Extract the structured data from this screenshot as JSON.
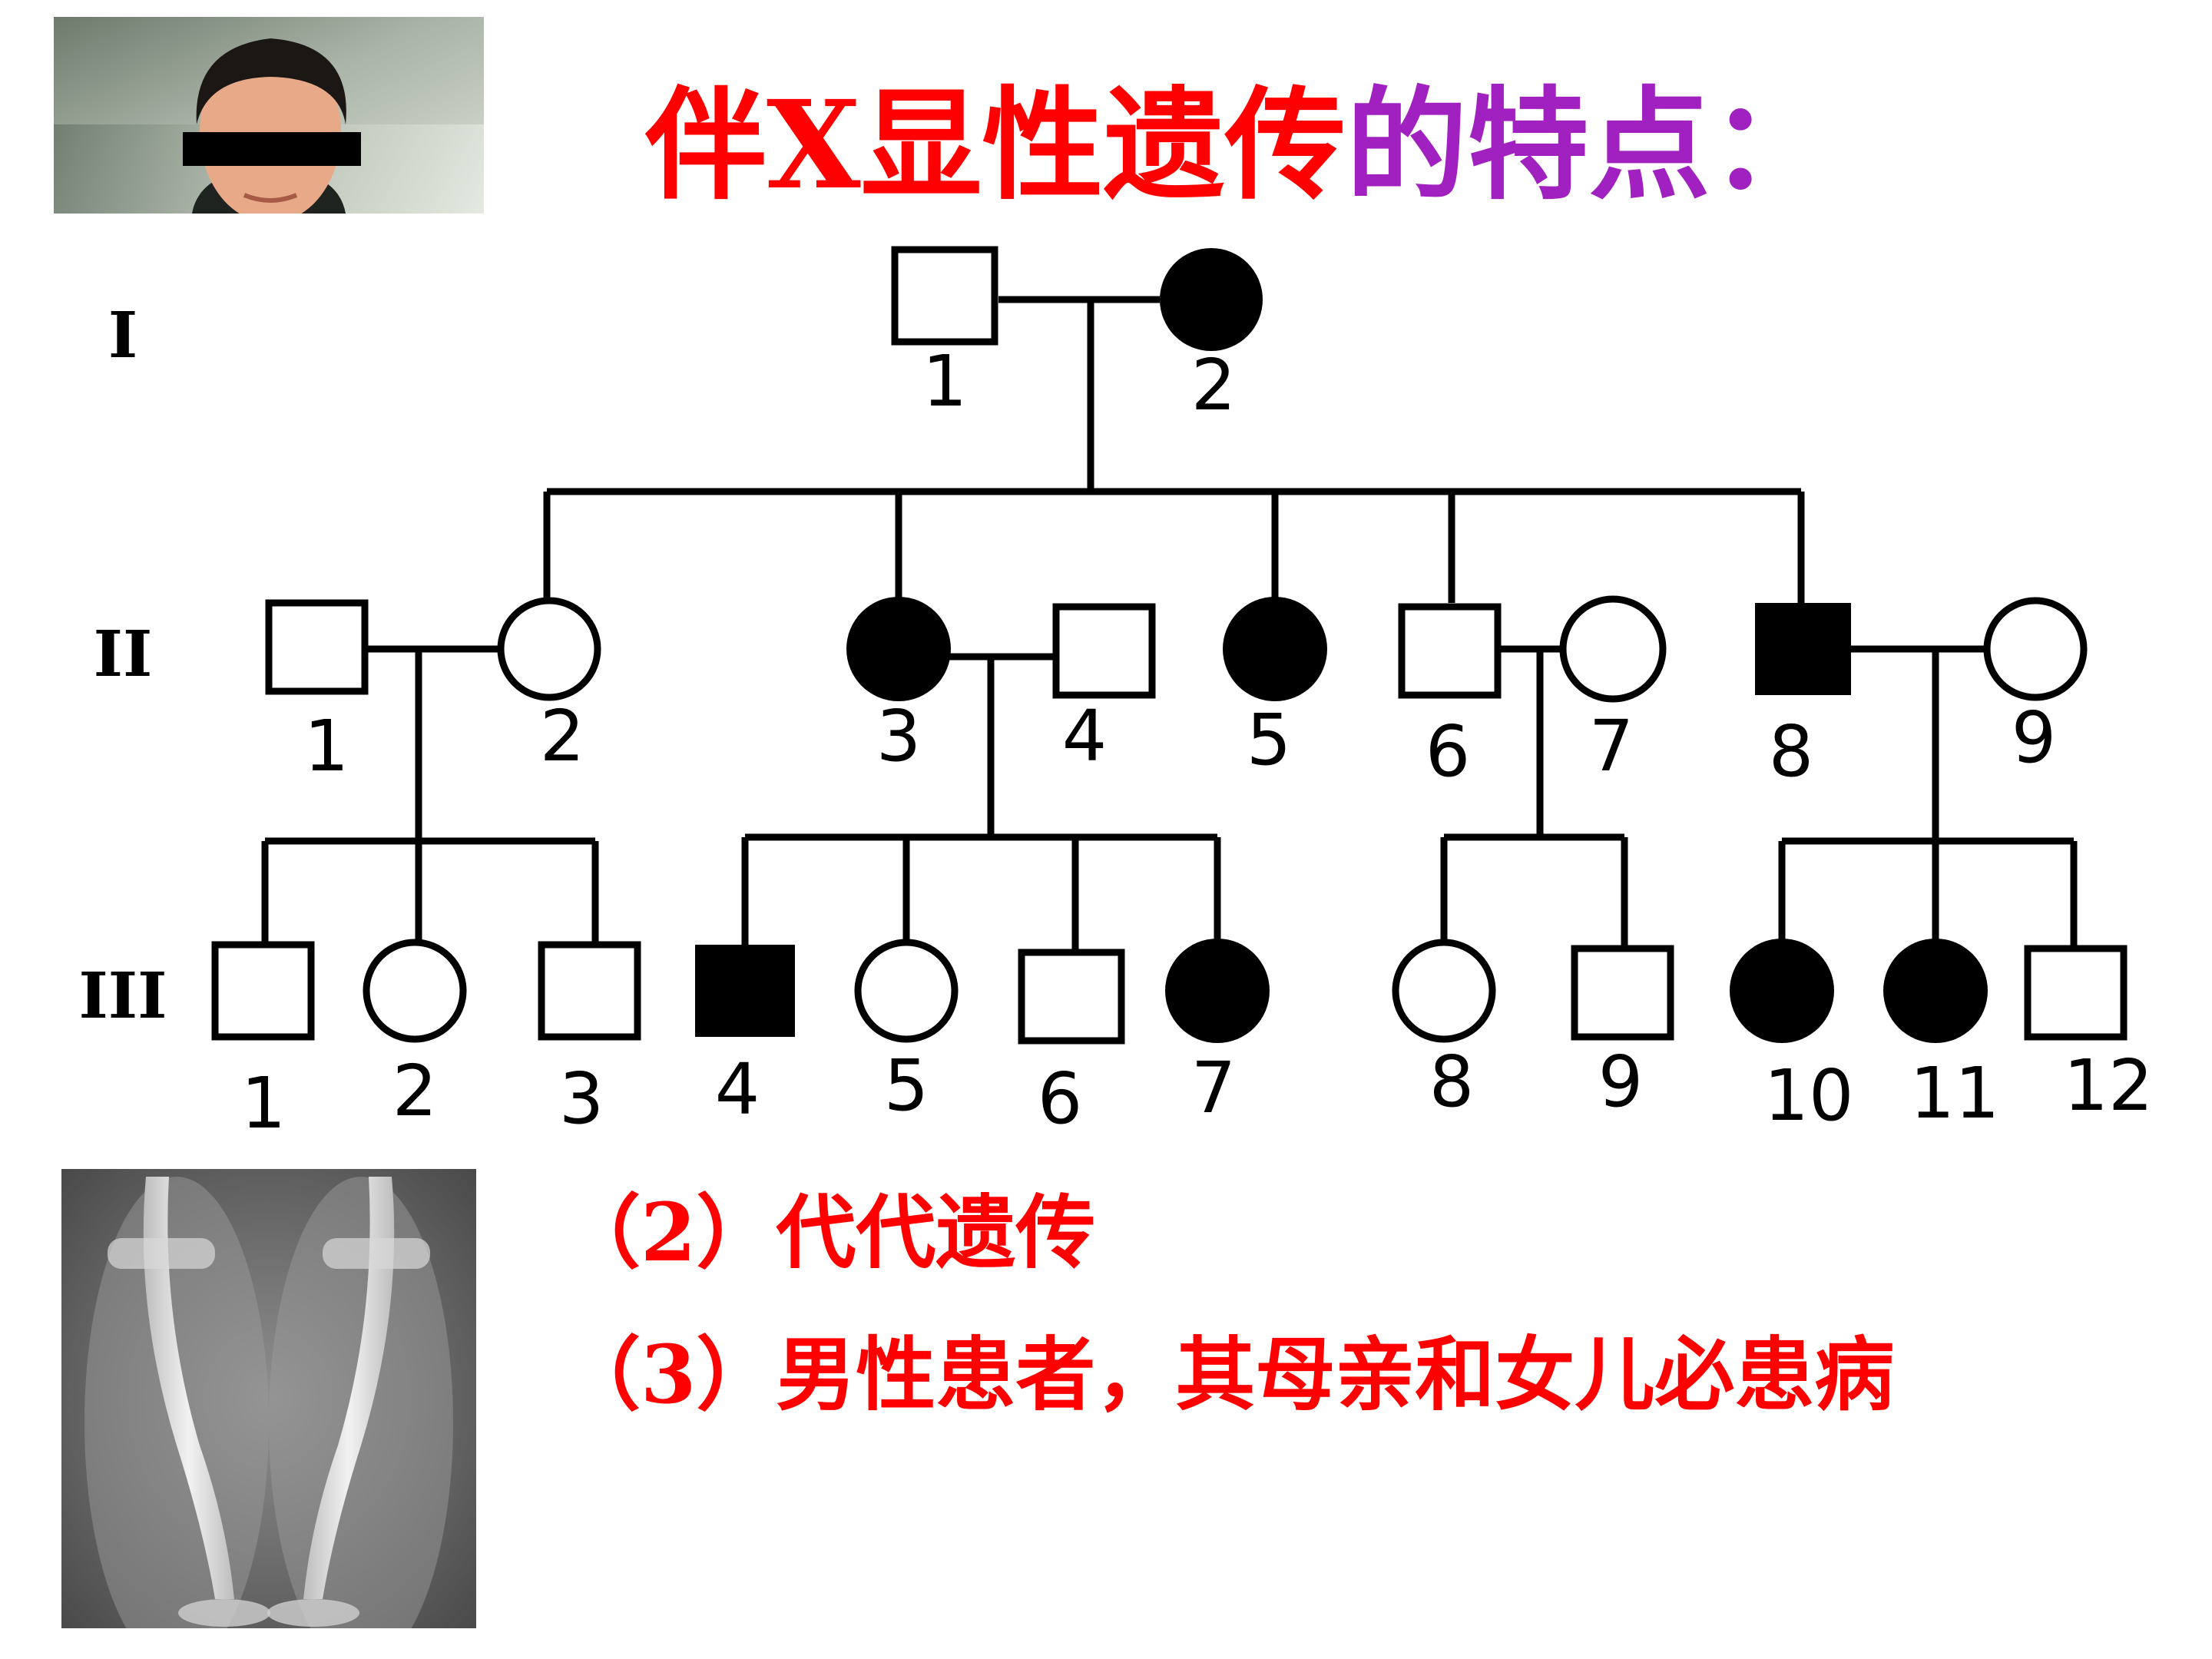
{
  "title": {
    "part_red": "伴X显性遗传",
    "part_purple": "的特点："
  },
  "colors": {
    "title_red": "#ff0000",
    "title_purple": "#a020c0",
    "text_red": "#ff0000"
  },
  "generations": [
    "I",
    "II",
    "III"
  ],
  "gen1": {
    "labels": [
      "1",
      "2"
    ]
  },
  "gen2": {
    "labels": [
      "1",
      "2",
      "3",
      "4",
      "5",
      "6",
      "7",
      "8",
      "9"
    ]
  },
  "gen3": {
    "labels": [
      "1",
      "2",
      "3",
      "4",
      "5",
      "6",
      "7",
      "8",
      "9",
      "10",
      "11",
      "12"
    ]
  },
  "points": [
    "（2）代代遗传",
    "（3）男性患者，其母亲和女儿必患病"
  ],
  "icons": {
    "photo": "patient-photo-icon",
    "xray": "leg-xray-icon"
  }
}
